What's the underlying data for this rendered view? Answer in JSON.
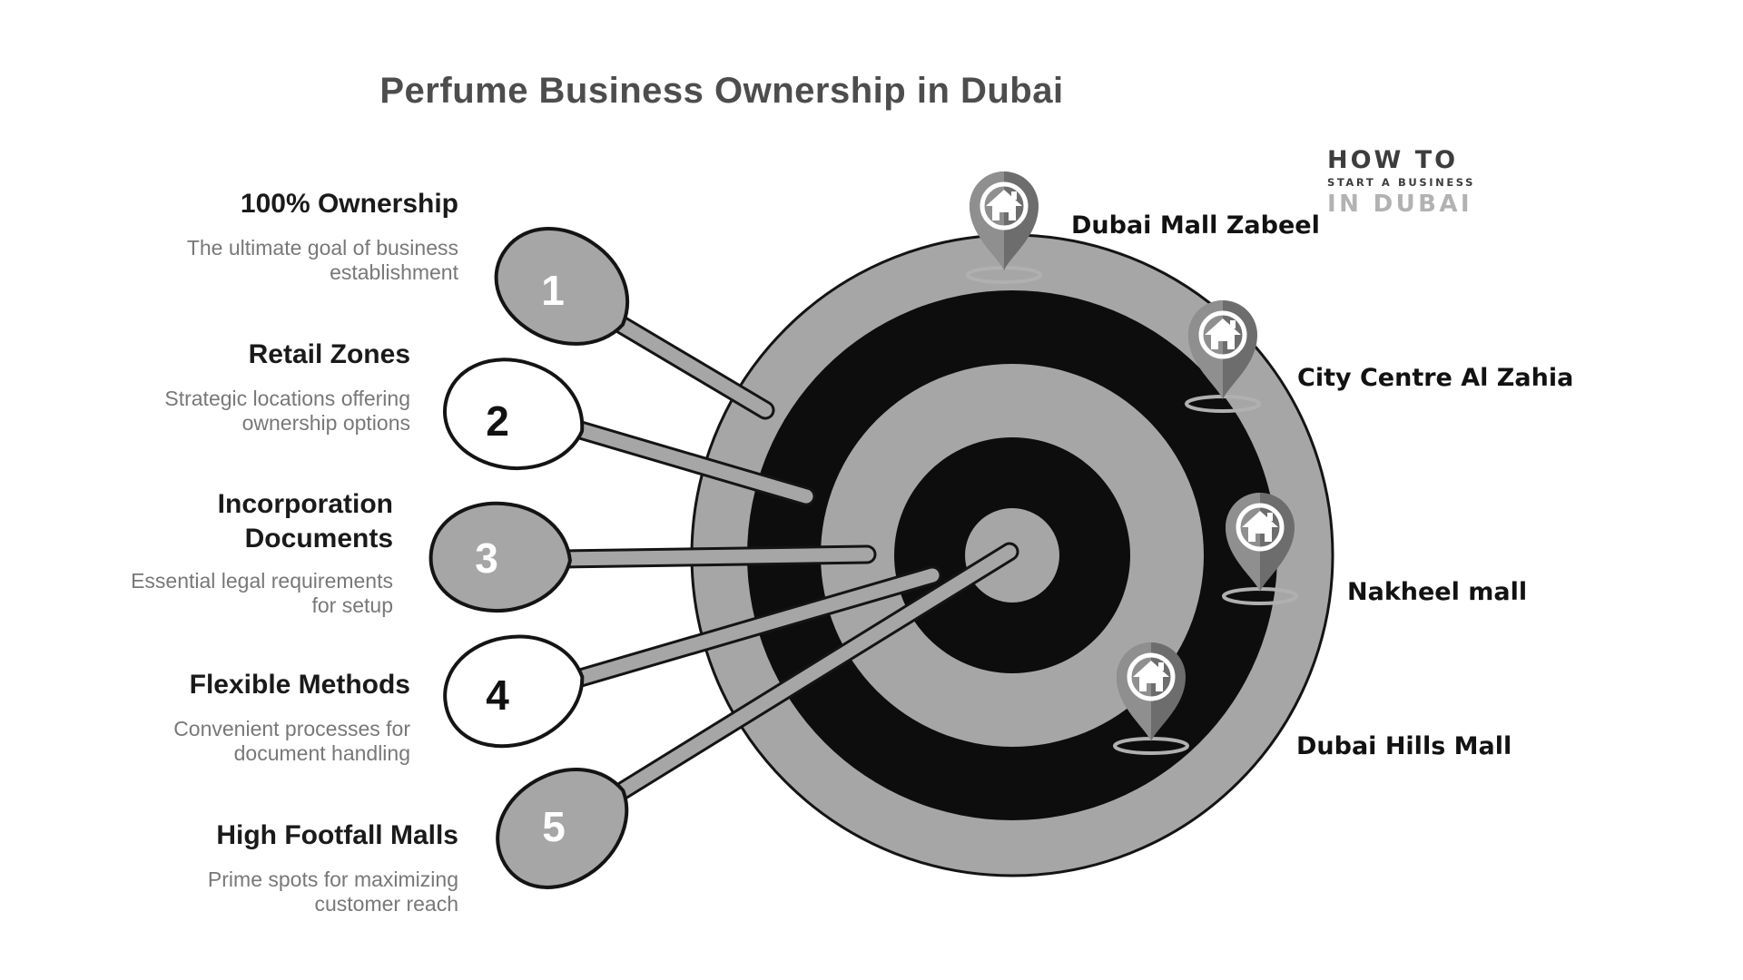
{
  "title": "Perfume Business Ownership in Dubai",
  "logo": {
    "line1": "HOW TO",
    "line2": "START A BUSINESS",
    "line3": "IN DUBAI"
  },
  "steps": [
    {
      "number": "1",
      "title": "100% Ownership",
      "description": "The ultimate goal of business establishment"
    },
    {
      "number": "2",
      "title": "Retail Zones",
      "description": "Strategic locations offering ownership options"
    },
    {
      "number": "3",
      "title": "Incorporation Documents",
      "description": "Essential legal requirements for setup"
    },
    {
      "number": "4",
      "title": "Flexible Methods",
      "description": "Convenient processes for document handling"
    },
    {
      "number": "5",
      "title": "High Footfall Malls",
      "description": "Prime spots for maximizing customer reach"
    }
  ],
  "locations": [
    {
      "name": "Dubai Mall Zabeel"
    },
    {
      "name": "City Centre Al Zahia"
    },
    {
      "name": "Nakheel mall"
    },
    {
      "name": "Dubai Hills Mall"
    }
  ],
  "colors": {
    "gray": "#a6a6a6",
    "black": "#0d0d0d",
    "outline": "#141414",
    "pin_light": "#8f8f8f",
    "pin_dark": "#6d6d6d",
    "title_text": "#4d4d4d",
    "heading_text": "#1a1a1a",
    "description_text": "#787878"
  }
}
